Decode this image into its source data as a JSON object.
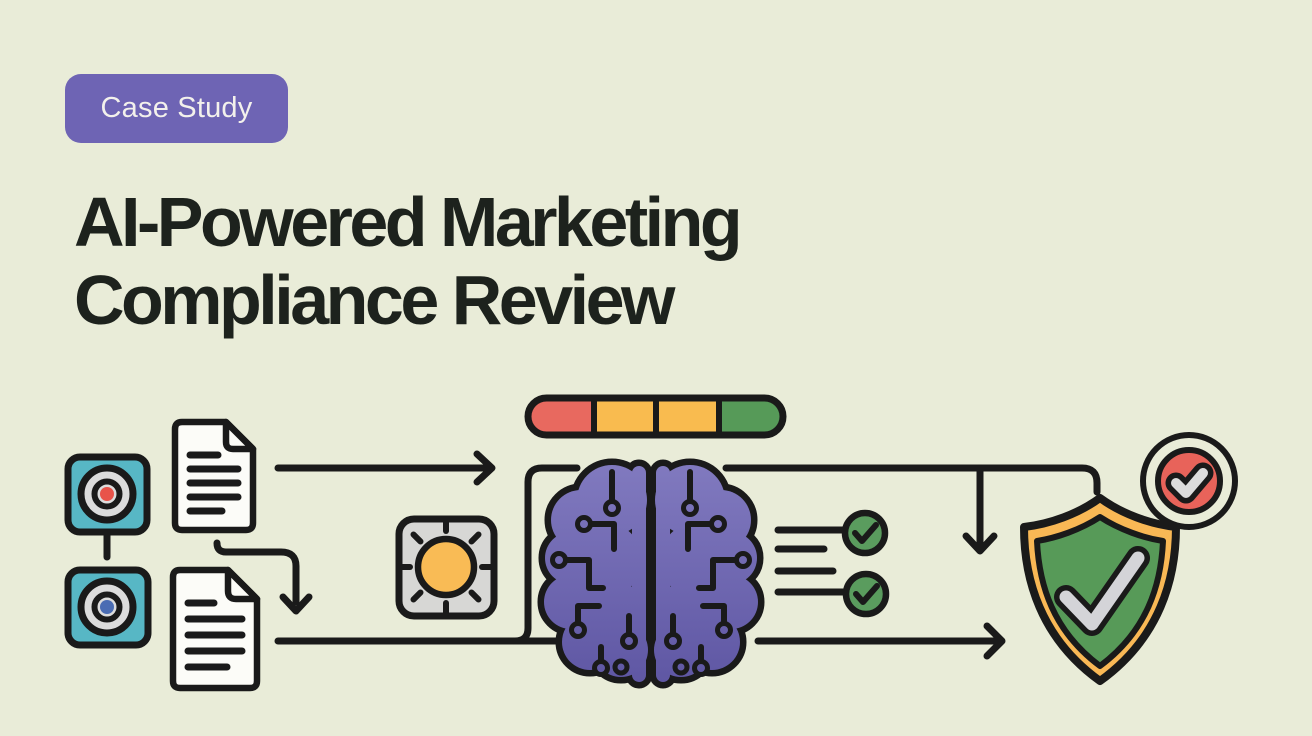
{
  "page": {
    "background": "#e9ecd8"
  },
  "badge": {
    "label": "Case Study",
    "bg_color": "#6e64b4",
    "text_color": "#f3f1ec"
  },
  "title": {
    "line1": "AI-Powered Marketing",
    "line2": "Compliance Review",
    "color": "#1d221d"
  },
  "diagram": {
    "outline_color": "#1a1a1a",
    "colors": {
      "teal_square": "#57b7c5",
      "target_ring_gray": "#dcdcdc",
      "target_dot_red": "#e8534a",
      "target_dot_blue": "#4a6cb3",
      "paper_white": "#fcfcf8",
      "settings_square_gray": "#d7d7d5",
      "sun_orange": "#f9bb55",
      "severity_red": "#e8695f",
      "severity_amber": "#f9bb4f",
      "severity_green": "#569a58",
      "brain_purple_light": "#827bc0",
      "brain_purple_dark": "#5d55a2",
      "check_circle_green": "#5a9c5e",
      "shield_border_orange": "#f9b855",
      "shield_green": "#579a58",
      "shield_check_gray": "#d4d4d8",
      "stamp_red": "#e8635a",
      "stamp_check_gray": "#dcdcdc"
    },
    "severity_bar": {
      "segments": [
        "severity_red",
        "severity_amber",
        "severity_amber",
        "severity_green"
      ]
    },
    "icons": [
      "target-icon-red",
      "target-icon-blue",
      "document-icon-top",
      "document-icon-bottom",
      "settings-sun-icon",
      "severity-scale-bar",
      "ai-brain-icon",
      "checklist-check-icons",
      "shield-check-icon",
      "approval-stamp-icon",
      "flow-arrows"
    ]
  }
}
